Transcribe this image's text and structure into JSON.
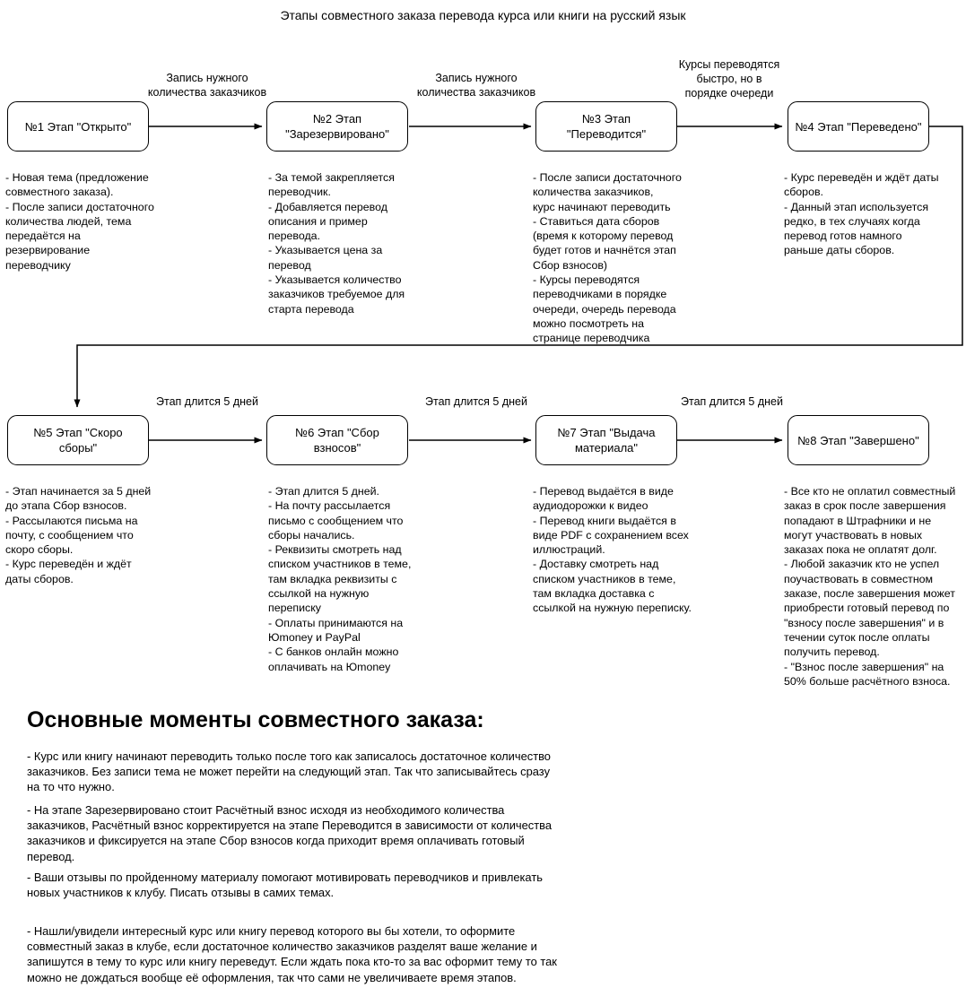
{
  "title": "Этапы совместного заказа перевода курса или книги на русский язык",
  "chart_data": {
    "type": "diagram",
    "title": "Этапы совместного заказа перевода курса или книги на русский язык",
    "layout": "flowchart, two rows of four stages, left-to-right, wrap-around connector from stage 4 to stage 5",
    "nodes": [
      {
        "id": "stage1",
        "label": "№1 Этап  \"Открыто\""
      },
      {
        "id": "stage2",
        "label": "№2 Этап\n\"Зарезервировано\""
      },
      {
        "id": "stage3",
        "label": "№3 Этап \"Переводится\""
      },
      {
        "id": "stage4",
        "label": "№4 Этап \"Переведено\""
      },
      {
        "id": "stage5",
        "label": "№5 Этап \"Скоро сборы\""
      },
      {
        "id": "stage6",
        "label": "№6 Этап \"Сбор взносов\""
      },
      {
        "id": "stage7",
        "label": "№7 Этап \"Выдача\nматериала\""
      },
      {
        "id": "stage8",
        "label": "№8 Этап  \"Завершено\""
      }
    ],
    "edges": [
      {
        "from": "stage1",
        "to": "stage2",
        "label": "Запись нужного\nколичества заказчиков"
      },
      {
        "from": "stage2",
        "to": "stage3",
        "label": "Запись нужного\nколичества заказчиков"
      },
      {
        "from": "stage3",
        "to": "stage4",
        "label": "Курсы переводятся\nбыстро, но в\nпорядке очереди"
      },
      {
        "from": "stage4",
        "to": "stage5",
        "label": ""
      },
      {
        "from": "stage5",
        "to": "stage6",
        "label": "Этап длится 5 дней"
      },
      {
        "from": "stage6",
        "to": "stage7",
        "label": "Этап длится 5 дней"
      },
      {
        "from": "stage7",
        "to": "stage8",
        "label": "Этап длится 5 дней"
      }
    ],
    "notes": [
      {
        "node": "stage1",
        "text": "- Новая тема (предложение\nсовместного заказа).\n- После записи достаточного\nколичества людей, тема\nпередаётся на\nрезервирование\nпереводчику"
      },
      {
        "node": "stage2",
        "text": "- За темой закрепляется\nпереводчик.\n- Добавляется перевод\nописания и пример\nперевода.\n- Указывается цена за\nперевод\n- Указывается количество\nзаказчиков требуемое для\nстарта перевода"
      },
      {
        "node": "stage3",
        "text": "- После записи достаточного\nколичества заказчиков,\nкурс начинают переводить\n- Ставиться дата сборов\n(время к которому перевод\nбудет готов и начнётся этап\nСбор взносов)\n- Курсы переводятся\nпереводчиками в порядке\nочереди, очередь перевода\nможно посмотреть на\nстранице переводчика"
      },
      {
        "node": "stage4",
        "text": "- Курс переведён и ждёт даты\nсборов.\n- Данный этап используется\nредко, в тех случаях когда\nперевод готов намного\nраньше даты сборов."
      },
      {
        "node": "stage5",
        "text": "- Этап начинается за 5 дней\nдо этапа Сбор взносов.\n- Рассылаются письма на\nпочту, с сообщением что\nскоро сборы.\n- Курс переведён и ждёт\nдаты сборов."
      },
      {
        "node": "stage6",
        "text": "- Этап длится 5 дней.\n- На почту рассылается\nписьмо с сообщением что\nсборы начались.\n- Реквизиты смотреть над\nсписком участников в теме,\nтам вкладка реквизиты с\nссылкой на нужную\nпереписку\n- Оплаты принимаются на\nЮmoney и PayPal\n- С банков онлайн можно\nоплачивать на Юmoney"
      },
      {
        "node": "stage7",
        "text": "- Перевод выдаётся в виде\nаудиодорожки к видео\n- Перевод книги выдаётся в\nвиде PDF с сохранением всех\nиллюстраций.\n- Доставку смотреть над\nсписком участников в теме,\nтам вкладка доставка с\nссылкой на нужную переписку."
      },
      {
        "node": "stage8",
        "text": "- Все кто не оплатил совместный\nзаказ в срок после завершения\nпопадают в Штрафники и не\nмогут участвовать в новых\nзаказах пока не оплатят долг.\n- Любой заказчик кто не успел\nпоучаствовать в совместном\nзаказе, после завершения может\nприобрести готовый перевод по\n\"взносу после завершения\" и в\nтечении суток после оплаты\nполучить перевод.\n- \"Взнос после завершения\" на\n50% больше расчётного взноса."
      }
    ]
  },
  "nodes": {
    "stage1": "№1 Этап  \"Открыто\"",
    "stage2": "№2 Этап\n\"Зарезервировано\"",
    "stage3": "№3 Этап \"Переводится\"",
    "stage4": "№4 Этап \"Переведено\"",
    "stage5": "№5 Этап \"Скоро сборы\"",
    "stage6": "№6 Этап \"Сбор взносов\"",
    "stage7": "№7 Этап \"Выдача\nматериала\"",
    "stage8": "№8 Этап  \"Завершено\""
  },
  "edge_labels": {
    "e1": "Запись нужного\nколичества заказчиков",
    "e2": "Запись нужного\nколичества заказчиков",
    "e3": "Курсы переводятся\nбыстро, но в\nпорядке очереди",
    "e5": "Этап длится 5 дней",
    "e6": "Этап длится 5 дней",
    "e7": "Этап длится 5 дней"
  },
  "notes": {
    "n1": "- Новая тема (предложение\nсовместного заказа).\n- После записи достаточного\nколичества людей, тема\nпередаётся на\nрезервирование\nпереводчику",
    "n2": "- За темой закрепляется\nпереводчик.\n- Добавляется перевод\nописания и пример\nперевода.\n- Указывается цена за\nперевод\n- Указывается количество\nзаказчиков требуемое для\nстарта перевода",
    "n3": "- После записи достаточного\nколичества заказчиков,\nкурс начинают переводить\n- Ставиться дата сборов\n(время к которому перевод\nбудет готов и начнётся этап\nСбор взносов)\n- Курсы переводятся\nпереводчиками в порядке\nочереди, очередь перевода\nможно посмотреть на\nстранице переводчика",
    "n4": "- Курс переведён и ждёт даты\nсборов.\n- Данный этап используется\nредко, в тех случаях когда\nперевод готов намного\nраньше даты сборов.",
    "n5": "- Этап начинается за 5 дней\nдо этапа Сбор взносов.\n- Рассылаются письма на\nпочту, с сообщением что\nскоро сборы.\n- Курс переведён и ждёт\nдаты сборов.",
    "n6": "- Этап длится 5 дней.\n- На почту рассылается\nписьмо с сообщением что\nсборы начались.\n- Реквизиты смотреть над\nсписком участников в теме,\nтам вкладка реквизиты с\nссылкой на нужную\nпереписку\n- Оплаты принимаются на\nЮmoney и PayPal\n- С банков онлайн можно\nоплачивать на Юmoney",
    "n7": "- Перевод выдаётся в виде\nаудиодорожки к видео\n- Перевод книги выдаётся в\nвиде PDF с сохранением всех\nиллюстраций.\n- Доставку смотреть над\nсписком участников в теме,\nтам вкладка доставка с\nссылкой на нужную переписку.",
    "n8": "- Все кто не оплатил совместный\nзаказ в срок после завершения\nпопадают в Штрафники и не\nмогут участвовать в новых\nзаказах пока не оплатят долг.\n- Любой заказчик кто не успел\nпоучаствовать в совместном\nзаказе, после завершения может\nприобрести готовый перевод по\n\"взносу после завершения\" и в\nтечении суток после оплаты\nполучить перевод.\n- \"Взнос после завершения\" на\n50% больше расчётного взноса."
  },
  "summary": {
    "heading": "Основные моменты совместного заказа:",
    "paragraphs": [
      "- Курс или книгу начинают переводить только после того как записалось достаточное количество заказчиков. Без записи тема не может перейти на следующий этап. Так что записывайтесь сразу на то что нужно.",
      "- На этапе Зарезервировано стоит Расчётный взнос исходя из необходимого количества заказчиков, Расчётный взнос корректируется на этапе Переводится в зависимости от количества заказчиков и фиксируется на этапе Сбор взносов когда приходит время оплачивать готовый перевод.",
      "- Ваши отзывы по пройденному материалу помогают мотивировать переводчиков и привлекать новых участников к клубу. Писать отзывы в самих темах.",
      "- Нашли/увидели интересный курс или книгу перевод которого вы бы хотели, то оформите совместный заказ в клубе, если достаточное количество заказчиков разделят ваше желание и запишутся в тему то курс или книгу переведут. Если ждать пока кто-то за вас оформит тему то так можно не дождаться вообще её оформления, так что сами не увеличиваете время этапов."
    ]
  },
  "colors": {
    "stroke": "#000000",
    "background": "#ffffff",
    "text": "#000000"
  }
}
